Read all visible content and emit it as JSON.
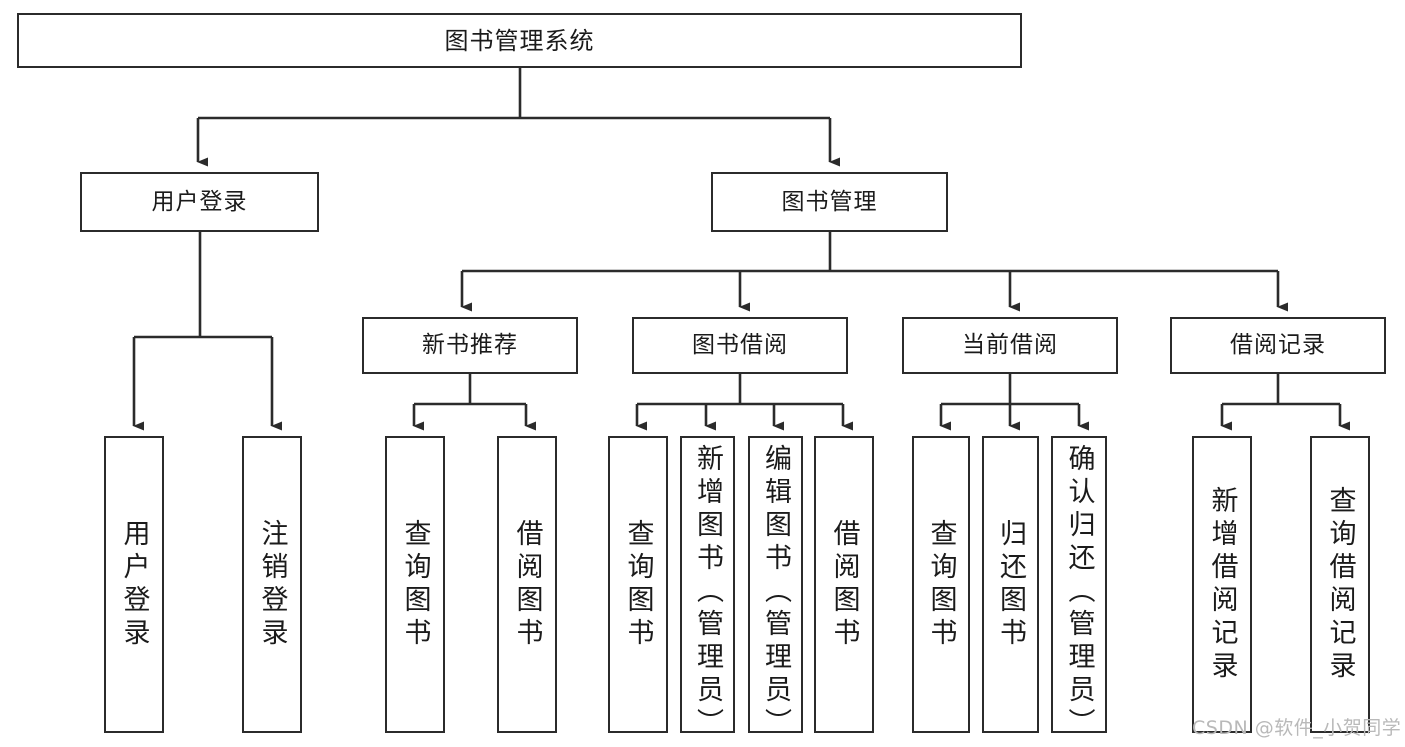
{
  "diagram": {
    "title": "图书管理系统",
    "type": "hierarchy-tree",
    "watermark": "CSDN @软件_小贺同学",
    "colors": {
      "box_border": "#2b2b2b",
      "box_fill": "#ffffff",
      "line": "#2b2b2b",
      "text": "#1b1b1b",
      "watermark": "#b9b9b9",
      "background": "#ffffff"
    },
    "levels": {
      "root": {
        "label": "图书管理系统"
      },
      "level2": [
        {
          "id": "user-login",
          "label": "用户登录"
        },
        {
          "id": "book-management",
          "label": "图书管理"
        }
      ],
      "level3": [
        {
          "id": "new-book-recommend",
          "label": "新书推荐",
          "parent": "book-management"
        },
        {
          "id": "book-borrow",
          "label": "图书借阅",
          "parent": "book-management"
        },
        {
          "id": "current-borrow",
          "label": "当前借阅",
          "parent": "book-management"
        },
        {
          "id": "borrow-record",
          "label": "借阅记录",
          "parent": "book-management"
        }
      ],
      "leaves": [
        {
          "id": "leaf-user-login",
          "label": "用户登录",
          "parent": "user-login"
        },
        {
          "id": "leaf-logout",
          "label": "注销登录",
          "parent": "user-login"
        },
        {
          "id": "leaf-query-book-1",
          "label": "查询图书",
          "parent": "new-book-recommend"
        },
        {
          "id": "leaf-borrow-book-1",
          "label": "借阅图书",
          "parent": "new-book-recommend"
        },
        {
          "id": "leaf-query-book-2",
          "label": "查询图书",
          "parent": "book-borrow"
        },
        {
          "id": "leaf-add-book",
          "label": "新增图书（管理员）",
          "parent": "book-borrow"
        },
        {
          "id": "leaf-edit-book",
          "label": "编辑图书（管理员）",
          "parent": "book-borrow"
        },
        {
          "id": "leaf-borrow-book-2",
          "label": "借阅图书",
          "parent": "book-borrow"
        },
        {
          "id": "leaf-query-book-3",
          "label": "查询图书",
          "parent": "current-borrow"
        },
        {
          "id": "leaf-return-book",
          "label": "归还图书",
          "parent": "current-borrow"
        },
        {
          "id": "leaf-confirm-return",
          "label": "确认归还（管理员）",
          "parent": "current-borrow"
        },
        {
          "id": "leaf-add-record",
          "label": "新增借阅记录",
          "parent": "borrow-record"
        },
        {
          "id": "leaf-query-record",
          "label": "查询借阅记录",
          "parent": "borrow-record"
        }
      ]
    }
  }
}
